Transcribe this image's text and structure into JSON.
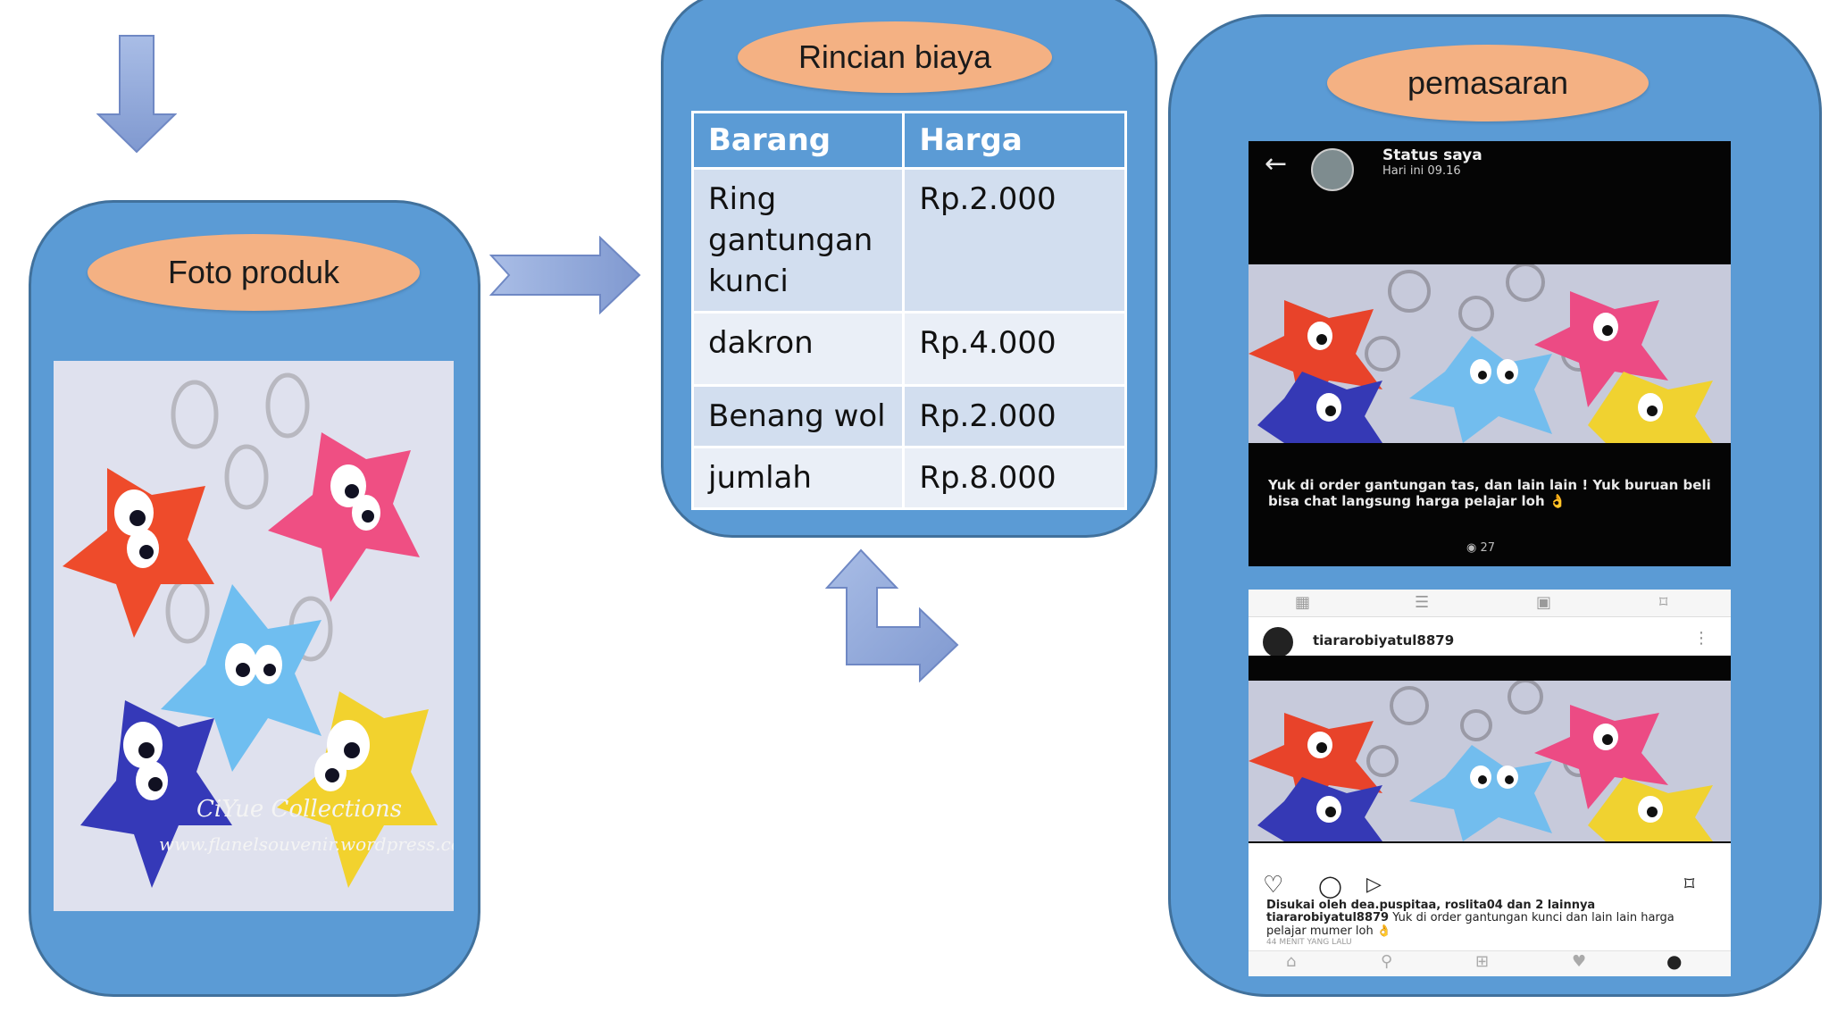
{
  "left_panel": {
    "label": "Foto produk",
    "watermark": "CiYue Collections",
    "watermark_url": "www.flanelsouvenir.wordpress.com"
  },
  "middle_panel": {
    "label": "Rincian biaya",
    "table": {
      "headers": [
        "Barang",
        "Harga"
      ],
      "rows": [
        [
          "Ring gantungan kunci",
          "Rp.2.000"
        ],
        [
          "dakron",
          "Rp.4.000"
        ],
        [
          "Benang wol",
          "Rp.2.000"
        ],
        [
          "jumlah",
          "Rp.8.000"
        ]
      ]
    }
  },
  "right_panel": {
    "label": "pemasaran",
    "status": {
      "title": "Status saya",
      "time": "Hari ini 09.16",
      "caption": "Yuk di order gantungan tas, dan lain lain ! Yuk buruan beli bisa chat langsung harga pelajar loh 👌",
      "views": "27"
    },
    "instagram": {
      "username": "tiararobiyatul8879",
      "likes": "Disukai oleh dea.puspitaa, roslita04 dan 2 lainnya",
      "caption_user": "tiararobiyatul8879",
      "caption": "Yuk di order gantungan kunci dan lain lain harga pelajar mumer loh 👌",
      "time": "44 MENIT YANG LALU"
    }
  },
  "colors": {
    "panel": "#5b9bd5",
    "panel_border": "#41719c",
    "pill": "#f4b183",
    "arrow": "#8faadc"
  }
}
